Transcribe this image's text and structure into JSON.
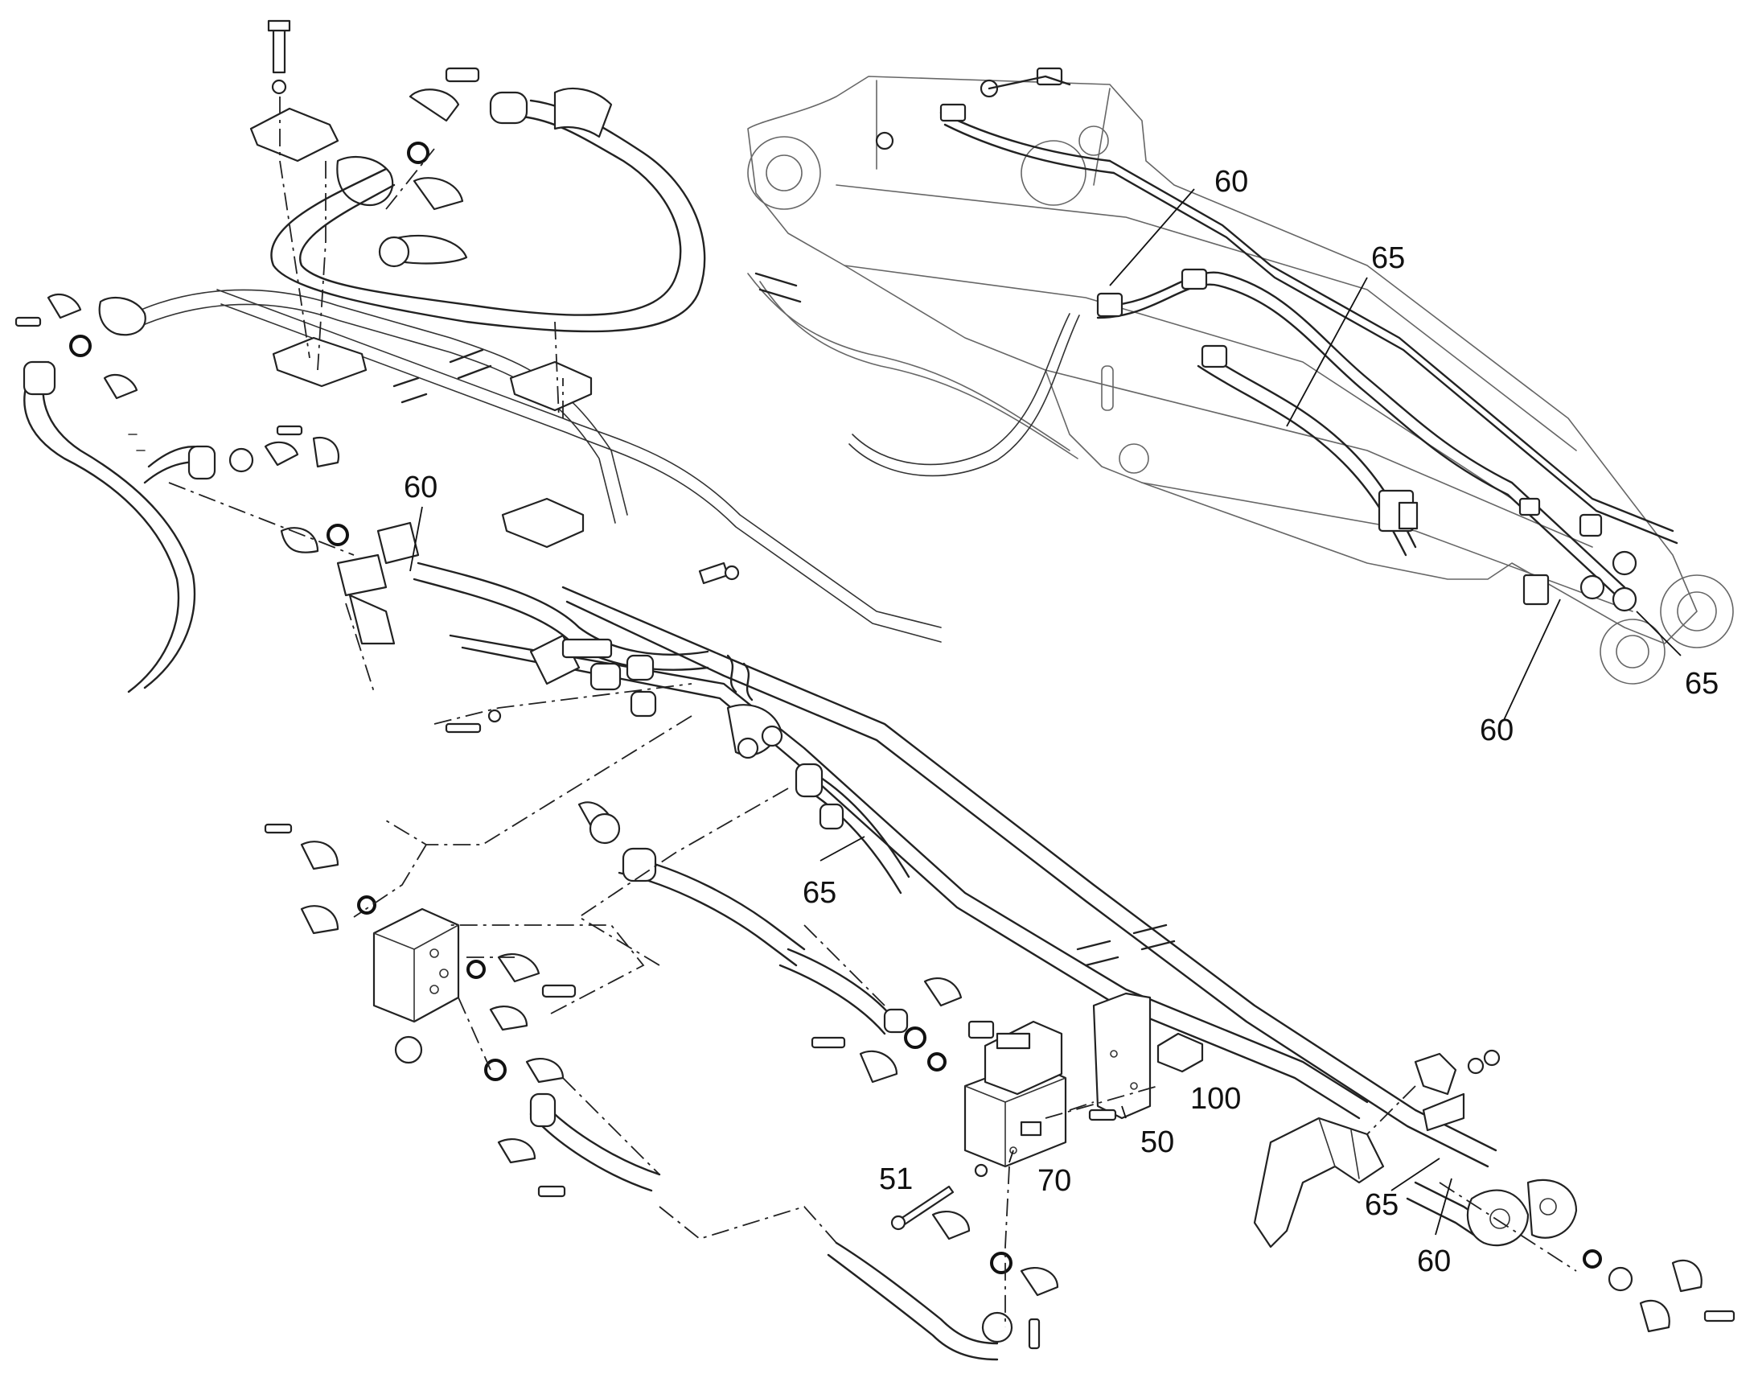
{
  "callouts": {
    "c60_left": "60",
    "c60_top": "60",
    "c65_top": "65",
    "c65_right": "65",
    "c60_right": "60",
    "c65_mid": "65",
    "c100": "100",
    "c50": "50",
    "c51": "51",
    "c70": "70",
    "c65_bottom": "65",
    "c60_bottom": "60"
  }
}
